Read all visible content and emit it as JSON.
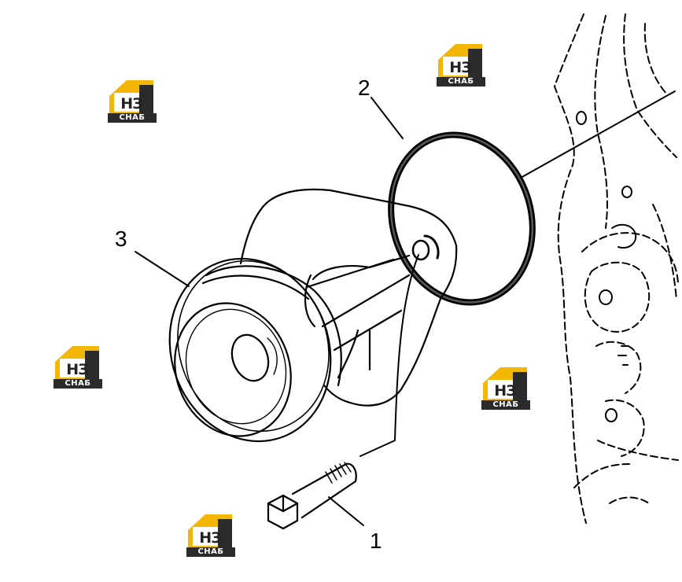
{
  "callouts": {
    "bolt": "1",
    "oring": "2",
    "housing": "3"
  },
  "watermark": {
    "monogram": "НЗ",
    "word": "СНАБ",
    "brand_color": "#f2b705",
    "dark_color": "#2b2b2b"
  }
}
